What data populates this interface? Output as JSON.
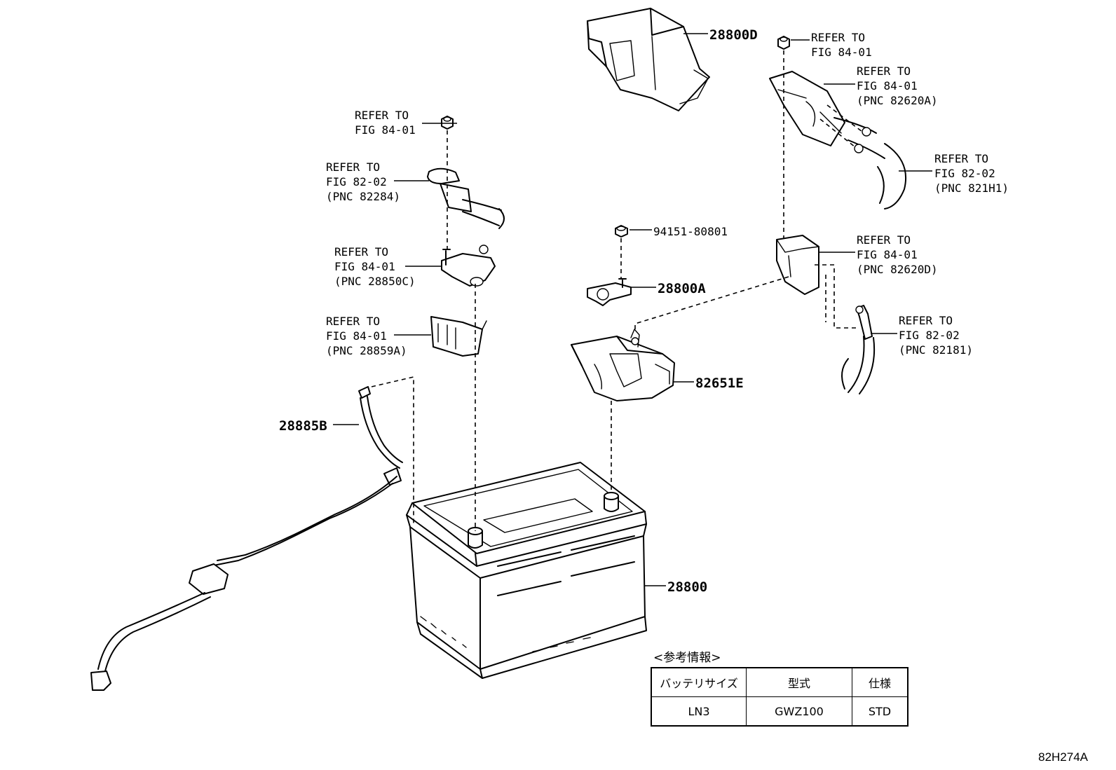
{
  "parts": {
    "p_28800D": "28800D",
    "p_28800A": "28800A",
    "p_82651E": "82651E",
    "p_28885B": "28885B",
    "p_28800": "28800",
    "p_94151": "94151-80801"
  },
  "refs": {
    "r1": [
      "REFER TO",
      "FIG 84-01"
    ],
    "r2": [
      "REFER TO",
      "FIG 82-02",
      "(PNC 82284)"
    ],
    "r3": [
      "REFER TO",
      "FIG 84-01",
      "(PNC 28850C)"
    ],
    "r4": [
      "REFER TO",
      "FIG 84-01",
      "(PNC 28859A)"
    ],
    "r5": [
      "REFER TO",
      "FIG 84-01"
    ],
    "r6": [
      "REFER TO",
      "FIG 84-01",
      "(PNC 82620A)"
    ],
    "r7": [
      "REFER TO",
      "FIG 82-02",
      "(PNC 821H1)"
    ],
    "r8": [
      "REFER TO",
      "FIG 84-01",
      "(PNC 82620D)"
    ],
    "r9": [
      "REFER TO",
      "FIG 82-02",
      "(PNC 82181)"
    ]
  },
  "info": {
    "heading": "<参考情報>",
    "headers": [
      "バッテリサイズ",
      "型式",
      "仕様"
    ],
    "values": [
      "LN3",
      "GWZ100",
      "STD"
    ]
  },
  "figure_id": "82H274A"
}
